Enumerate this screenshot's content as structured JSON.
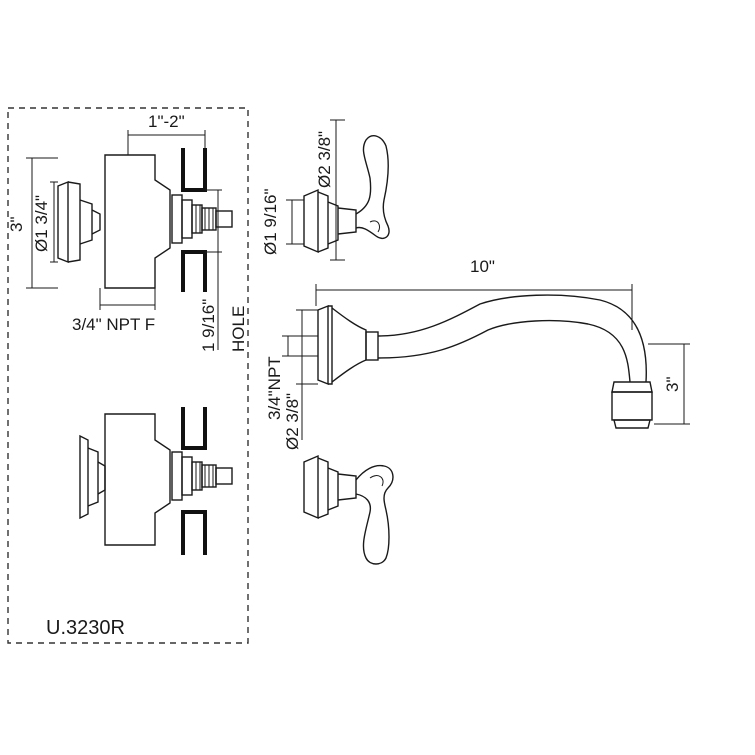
{
  "model": "U.3230R",
  "dimensions": {
    "wall_range": "1\"-2\"",
    "flange_height": "3\"",
    "flange_dia": "Ø1 3/4\"",
    "inlet_thread": "3/4\" NPT F",
    "hole_size": "1 9/16\"",
    "hole_label": "HOLE",
    "handle_base_dia": "Ø1 9/16\"",
    "handle_height": "Ø2 3/8\"",
    "spout_length": "10\"",
    "spout_rise": "3\"",
    "spout_thread": "3/4\"NPT",
    "spout_flange_dia": "Ø2 3/8\""
  }
}
